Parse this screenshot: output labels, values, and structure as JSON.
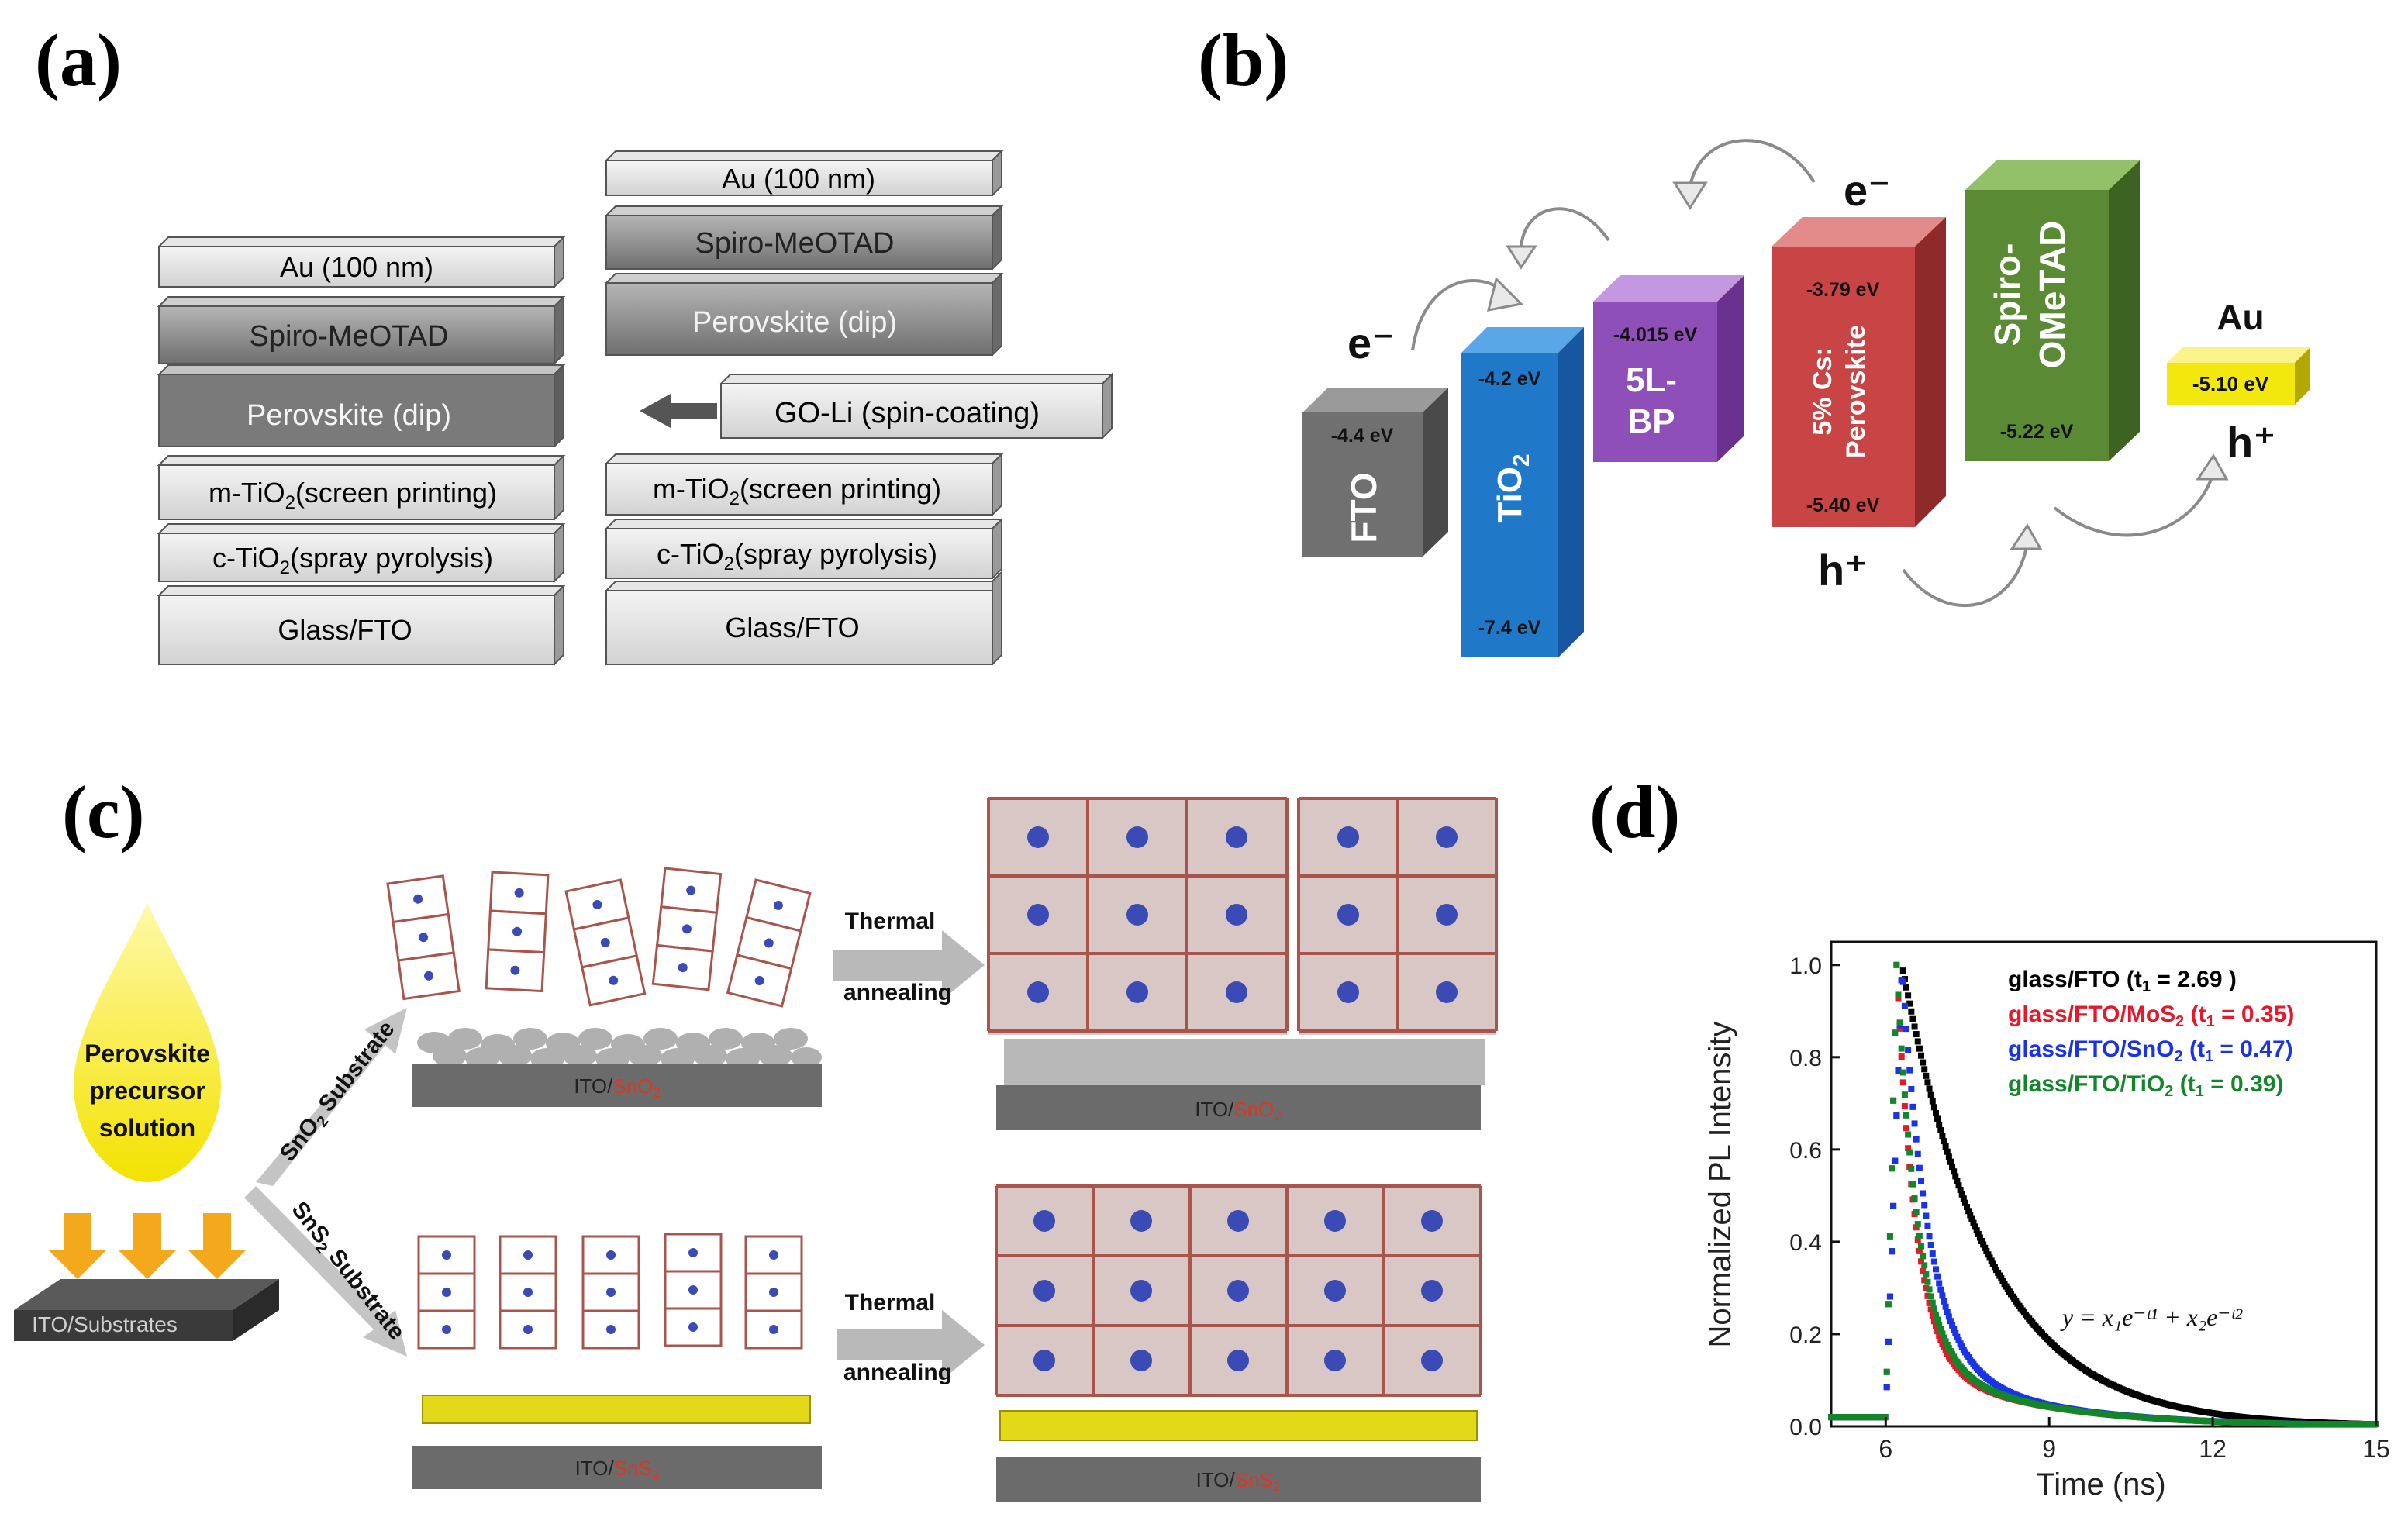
{
  "panels": {
    "a": {
      "label": "(a)",
      "left_stack": [
        "Au (100 nm)",
        "Spiro-MeOTAD",
        "Perovskite (dip)",
        "m-TiO",
        "(screen printing)",
        "c-TiO",
        "(spray pyrolysis)",
        "Glass/FTO"
      ],
      "right_stack": [
        "Au (100 nm)",
        "Spiro-MeOTAD",
        "Perovskite (dip)",
        "GO-Li (spin-coating)",
        "m-TiO",
        "(screen printing)",
        "c-TiO",
        "(spray pyrolysis)",
        "Glass/FTO"
      ],
      "sub2": "2"
    },
    "b": {
      "label": "(b)",
      "electron": "e⁻",
      "hole": "h⁺",
      "blocks": [
        {
          "name": "FTO",
          "top": "-4.4 eV",
          "bottom": "",
          "color": "#707070"
        },
        {
          "name": "TiO",
          "sub": "2",
          "top": "-4.2 eV",
          "bottom": "-7.4 eV",
          "color": "#1f78c8"
        },
        {
          "name1": "5L-",
          "name2": "BP",
          "top": "-4.015 eV",
          "color": "#8e4fb8"
        },
        {
          "name1": "5% Cs:",
          "name2": "Perovskite",
          "top": "-3.79 eV",
          "bottom": "-5.40 eV",
          "color": "#c94444"
        },
        {
          "name1": "Spiro-",
          "name2": "OMeTAD",
          "bottom": "-5.22 eV",
          "color": "#5a8a34"
        },
        {
          "name": "Au",
          "value": "-5.10 eV",
          "color": "#f2e80e"
        }
      ]
    },
    "c": {
      "label": "(c)",
      "drop": [
        "Perovskite",
        "precursor",
        "solution"
      ],
      "substrate": "ITO/Substrates",
      "branch_top": "SnO",
      "branch_bottom": "SnS",
      "branch_suffix": " Substrate",
      "anneal1": "Thermal",
      "anneal2": "annealing",
      "layer_prefix": "ITO/",
      "layer_top": "SnO",
      "layer_bottom": "SnS",
      "sub2": "2"
    },
    "d": {
      "label": "(d)",
      "legend": [
        {
          "text": "glass/FTO (t",
          "tail": " = 2.69 )",
          "color": "#000000"
        },
        {
          "text": "glass/FTO/MoS",
          "sub": "2",
          "tail": " = 0.35)",
          "color": "#e8182a"
        },
        {
          "text": "glass/FTO/SnO",
          "sub": "2",
          "tail": " = 0.47)",
          "color": "#1a33e8"
        },
        {
          "text": "glass/FTO/TiO",
          "sub": "2",
          "tail": " = 0.39)",
          "color": "#12872a"
        }
      ],
      "t1": "t",
      "one": "1",
      "equation": "y = x₁e⁻ᵗ¹ + x₂e⁻ᵗ²"
    }
  },
  "chart_data": {
    "type": "scatter",
    "title": "",
    "xlabel": "Time (ns)",
    "ylabel": "Normalized PL Intensity",
    "xlim": [
      5,
      15
    ],
    "ylim": [
      0,
      1.05
    ],
    "xticks": [
      "6",
      "9",
      "12",
      "15"
    ],
    "yticks": [
      "0.0",
      "0.2",
      "0.4",
      "0.6",
      "0.8",
      "1.0"
    ],
    "series": [
      {
        "name": "glass/FTO (t1 = 2.69 )",
        "color": "#000000",
        "peak": 6.3,
        "tau": 2.69
      },
      {
        "name": "glass/FTO/MoS2 (t1 = 0.35)",
        "color": "#e8182a",
        "peak": 6.2,
        "tau": 0.35
      },
      {
        "name": "glass/FTO/SnO2 (t1 = 0.47)",
        "color": "#1a33e8",
        "peak": 6.3,
        "tau": 0.47
      },
      {
        "name": "glass/FTO/TiO2 (t1 = 0.39)",
        "color": "#12872a",
        "peak": 6.2,
        "tau": 0.39
      }
    ]
  }
}
